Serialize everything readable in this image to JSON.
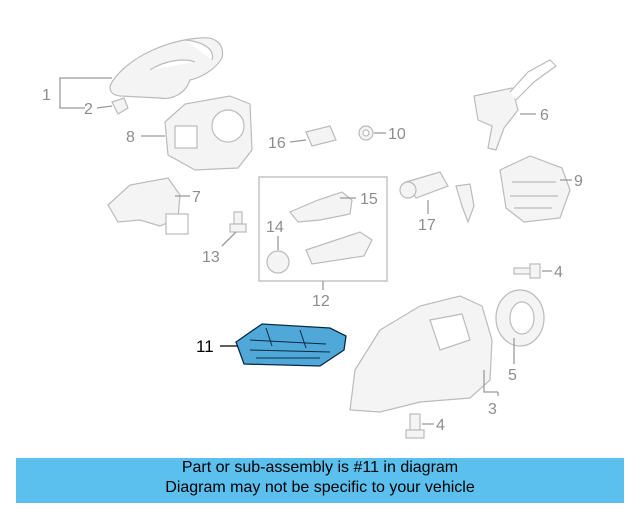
{
  "callouts": {
    "c1": "1",
    "c2": "2",
    "c3": "3",
    "c4a": "4",
    "c4b": "4",
    "c5": "5",
    "c6": "6",
    "c7": "7",
    "c8": "8",
    "c9": "9",
    "c10": "10",
    "c11": "11",
    "c12": "12",
    "c13": "13",
    "c14": "14",
    "c15": "15",
    "c16": "16",
    "c17": "17"
  },
  "highlighted_part": "11",
  "colors": {
    "highlight": "#4fa8d8",
    "banner": "#5bc0ee",
    "linework": "#bbbbbb"
  },
  "banner": {
    "line1": "Part or sub-assembly is #11 in diagram",
    "line2": "Diagram may not be specific to your vehicle"
  }
}
